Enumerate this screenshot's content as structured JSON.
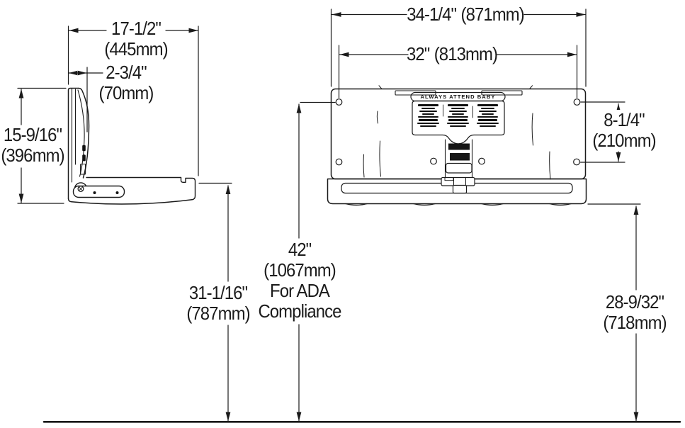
{
  "page": {
    "background": "#ffffff",
    "line_color": "#1a1a1a",
    "description": "Dimensioned installation drawing of a wall-mounted fold-down baby changing station: side view (closed) at left, front view at right, mounted above floor line"
  },
  "badge": {
    "text": "ALWAYS ATTEND BABY"
  },
  "dimensions": {
    "side_width": {
      "imperial": "17-1/2\"",
      "metric": "(445mm)"
    },
    "closed_depth": {
      "imperial": "2-3/4\"",
      "metric": "(70mm)"
    },
    "side_height": {
      "imperial": "15-9/16\"",
      "metric": "(396mm)"
    },
    "tray_top_height": {
      "imperial": "31-1/16\"",
      "metric": "(787mm)"
    },
    "ada_height": {
      "imperial": "42\"",
      "metric": "(1067mm)",
      "note_line1": "For ADA",
      "note_line2": "Compliance"
    },
    "overall_width": {
      "imperial": "34-1/4\"",
      "metric": "(871mm)"
    },
    "hole_spacing_horizontal": {
      "imperial": "32\"",
      "metric": "(813mm)"
    },
    "hole_spacing_vertical": {
      "imperial": "8-1/4\"",
      "metric": "(210mm)"
    },
    "unit_bottom_height": {
      "imperial": "28-9/32\"",
      "metric": "(718mm)"
    }
  }
}
